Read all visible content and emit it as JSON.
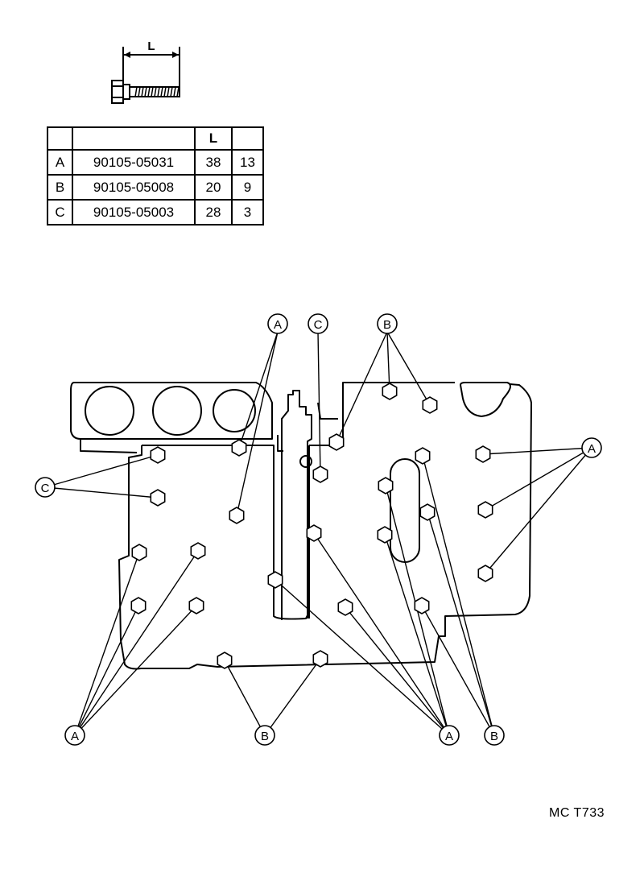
{
  "dimension_label": "L",
  "table": {
    "headers": [
      "",
      "",
      "L",
      ""
    ],
    "rows": [
      {
        "key": "A",
        "part": "90105-05031",
        "length": "38",
        "qty": "13"
      },
      {
        "key": "B",
        "part": "90105-05008",
        "length": "20",
        "qty": "9"
      },
      {
        "key": "C",
        "part": "90105-05003",
        "length": "28",
        "qty": "3"
      }
    ]
  },
  "callouts": {
    "top_a": "A",
    "top_c": "C",
    "top_b": "B",
    "right_a": "A",
    "left_c": "C",
    "bottom_a_left": "A",
    "bottom_b": "B",
    "bottom_a_right": "A",
    "bottom_b_right": "B"
  },
  "figure_code": "MC T733"
}
